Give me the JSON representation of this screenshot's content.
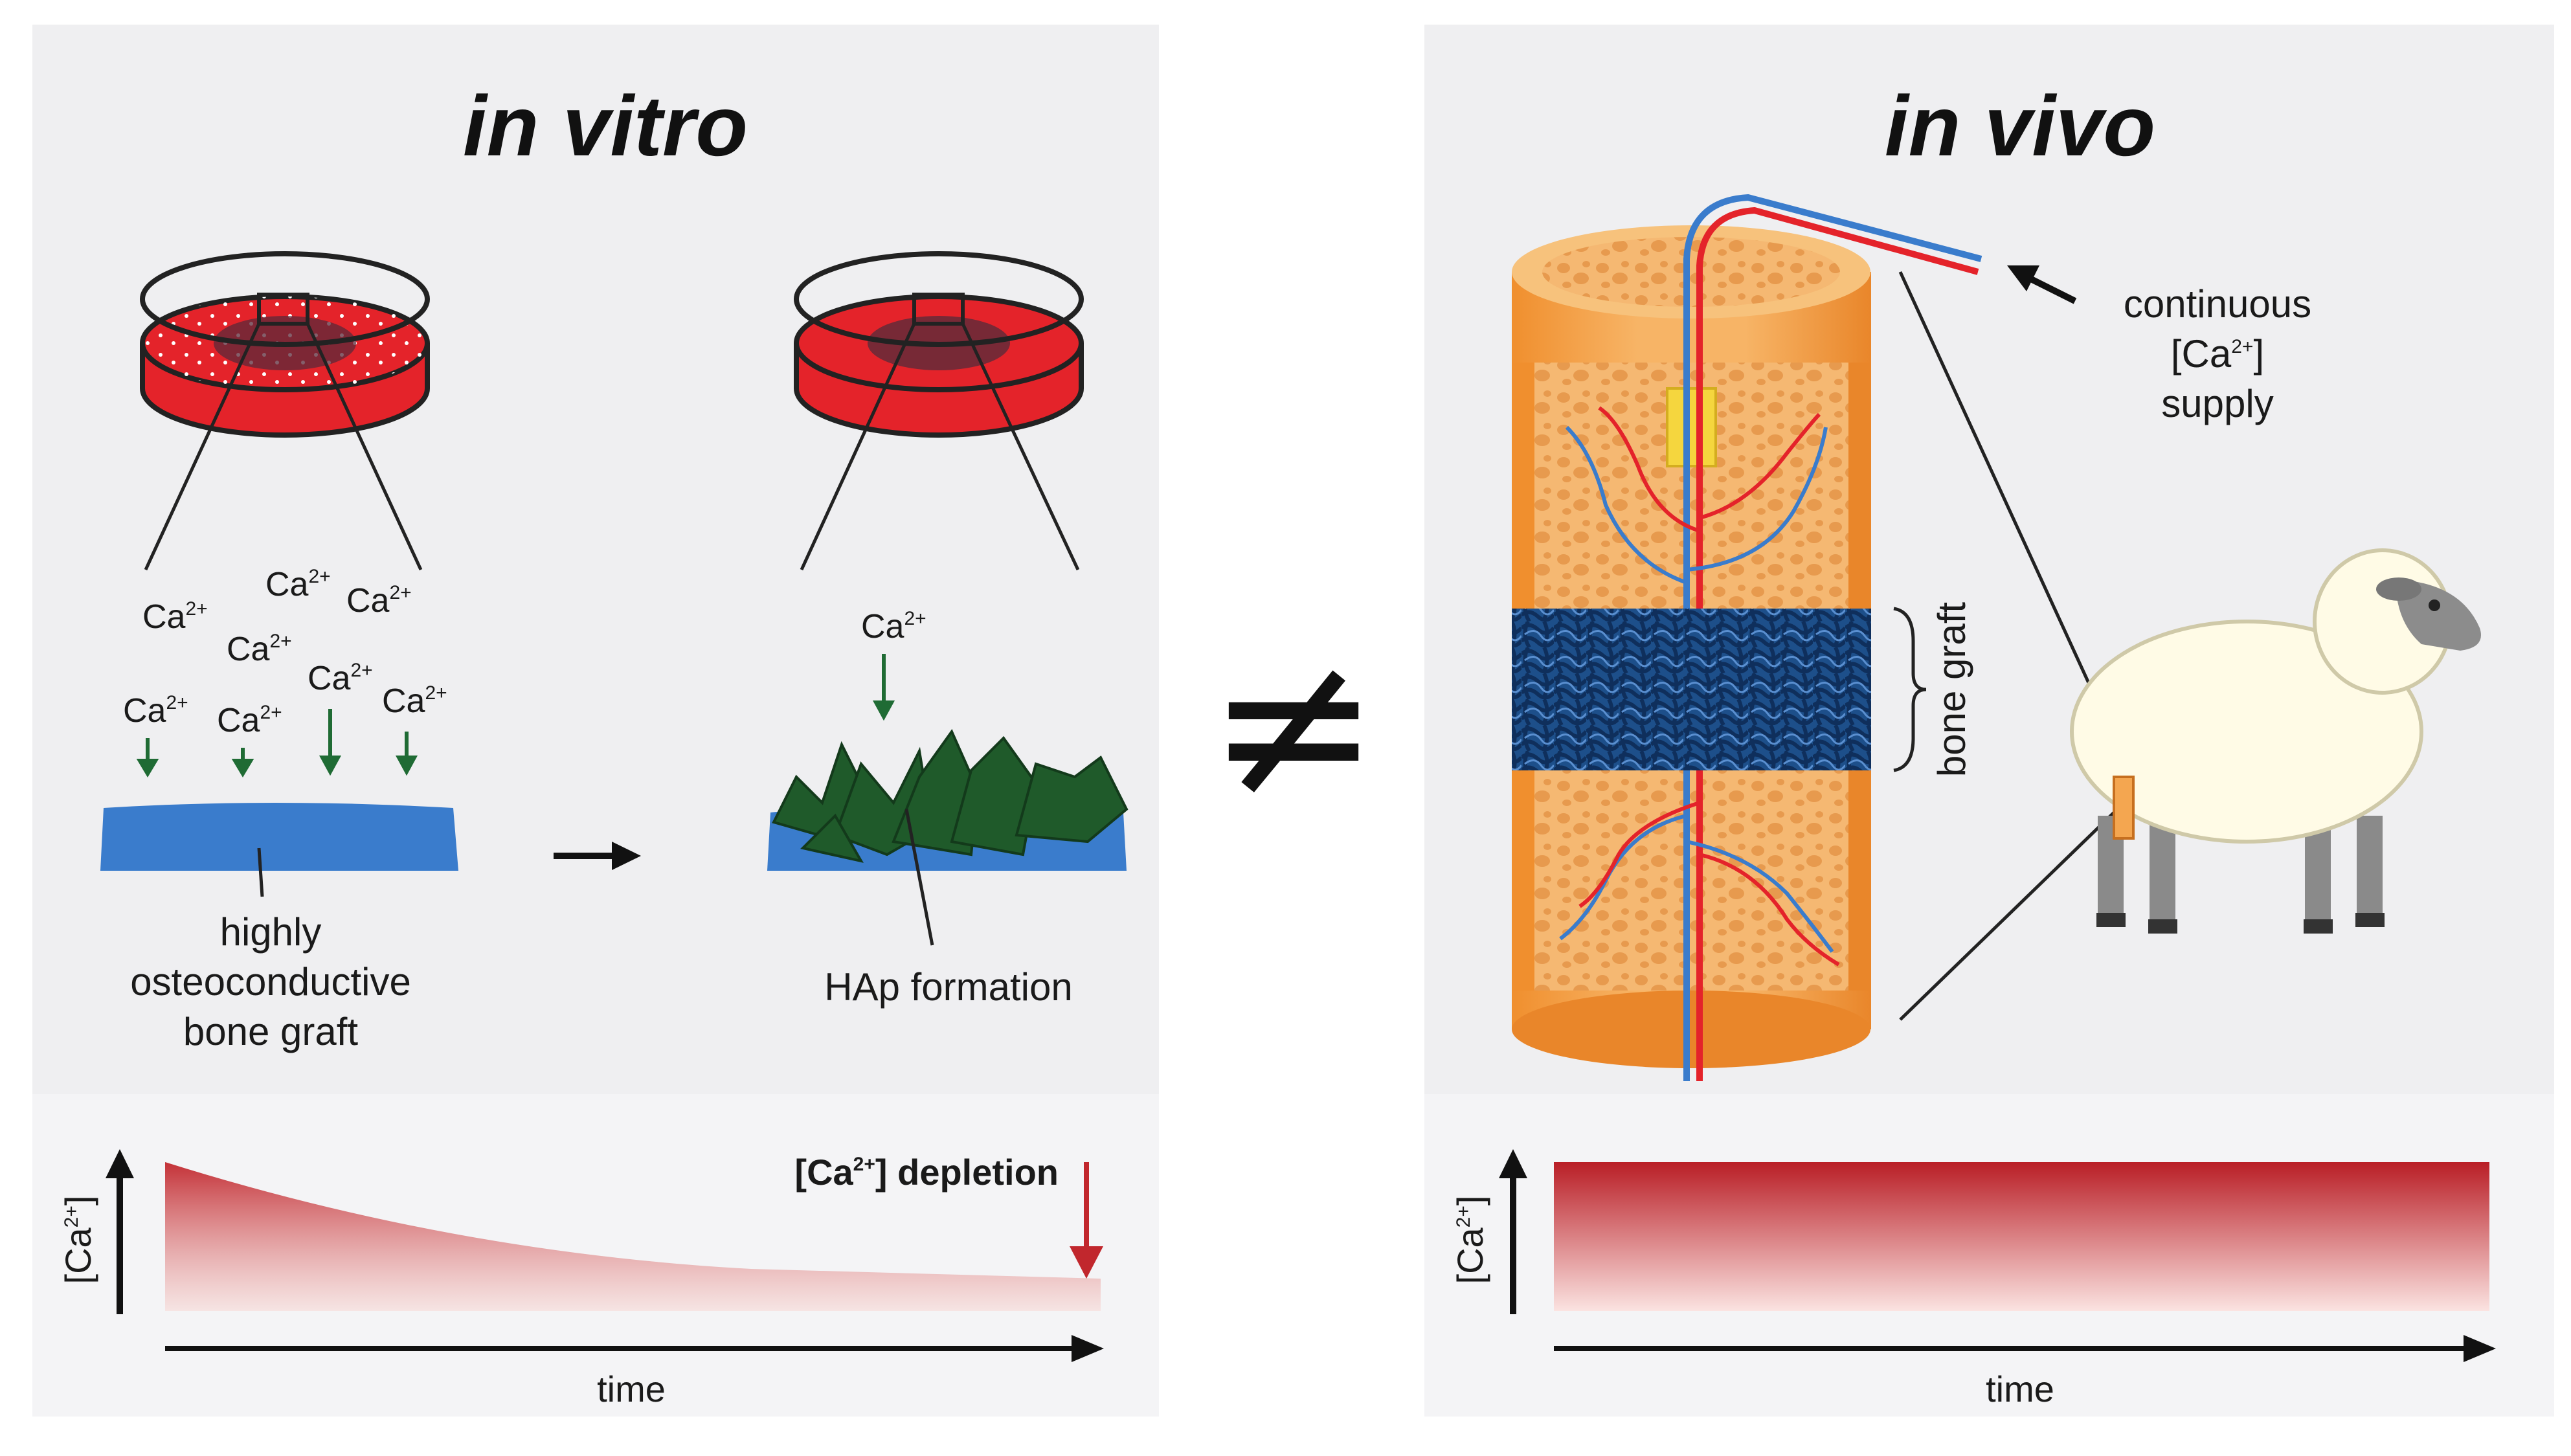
{
  "panels": {
    "left_title": "in vitro",
    "right_title": "in vivo",
    "not_equal": "≠"
  },
  "labels": {
    "bone_graft_left_line1": "highly",
    "bone_graft_left_line2": "osteoconductive",
    "bone_graft_left_line3": "bone graft",
    "hap_formation": "HAp formation",
    "continuous_line1": "continuous",
    "continuous_line2": "supply",
    "bone_graft_vertical": "bone graft",
    "ca_base": "Ca",
    "ca_charge": "2+",
    "bracket_open": "[",
    "bracket_close": "]",
    "depletion_suffix": " depletion",
    "time_left": "time",
    "time_right": "time"
  },
  "colors": {
    "panel_bg": "#efeff1",
    "dish_red": "#e4232a",
    "graft_blue": "#3a7ccc",
    "crystal_green": "#1f5a2a",
    "bone_orange": "#f4a650",
    "vessel_red": "#e4232a",
    "vessel_blue": "#3a7ccc",
    "depletion_red": "#c1272d"
  },
  "icons": {
    "arrow": "arrow-right-icon",
    "sheep": "sheep-icon",
    "petri_dish": "petri-dish-icon"
  }
}
